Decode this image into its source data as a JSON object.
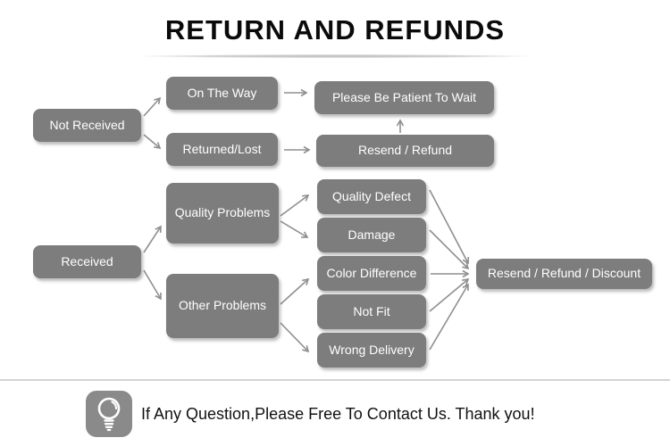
{
  "title": "RETURN AND REFUNDS",
  "nodes": {
    "not_received": "Not Received",
    "on_the_way": "On The Way",
    "returned_lost": "Returned/Lost",
    "please_wait": "Please Be Patient To Wait",
    "resend_refund": "Resend / Refund",
    "received": "Received",
    "quality_problems": "Quality Problems",
    "other_problems": "Other Problems",
    "quality_defect": "Quality Defect",
    "damage": "Damage",
    "color_difference": "Color Difference",
    "not_fit": "Not Fit",
    "wrong_delivery": "Wrong Delivery",
    "resend_refund_discount": "Resend / Refund / Discount"
  },
  "edges": [
    [
      "not_received",
      "on_the_way"
    ],
    [
      "not_received",
      "returned_lost"
    ],
    [
      "on_the_way",
      "please_wait"
    ],
    [
      "returned_lost",
      "resend_refund"
    ],
    [
      "resend_refund",
      "please_wait"
    ],
    [
      "received",
      "quality_problems"
    ],
    [
      "received",
      "other_problems"
    ],
    [
      "quality_problems",
      "quality_defect"
    ],
    [
      "quality_problems",
      "damage"
    ],
    [
      "other_problems",
      "color_difference"
    ],
    [
      "other_problems",
      "wrong_delivery"
    ],
    [
      "quality_defect",
      "resend_refund_discount"
    ],
    [
      "damage",
      "resend_refund_discount"
    ],
    [
      "color_difference",
      "resend_refund_discount"
    ],
    [
      "not_fit",
      "resend_refund_discount"
    ],
    [
      "wrong_delivery",
      "resend_refund_discount"
    ]
  ],
  "footer": {
    "icon": "lightbulb-icon",
    "message": "If Any Question,Please Free To Contact Us. Thank you!"
  },
  "colors": {
    "box": "#7d7d7d",
    "box_text": "#ffffff",
    "arrow": "#8f8f8f",
    "title": "#0a0a0a",
    "divider": "#d4d4d4",
    "icon_bg": "#8a8a8a"
  }
}
